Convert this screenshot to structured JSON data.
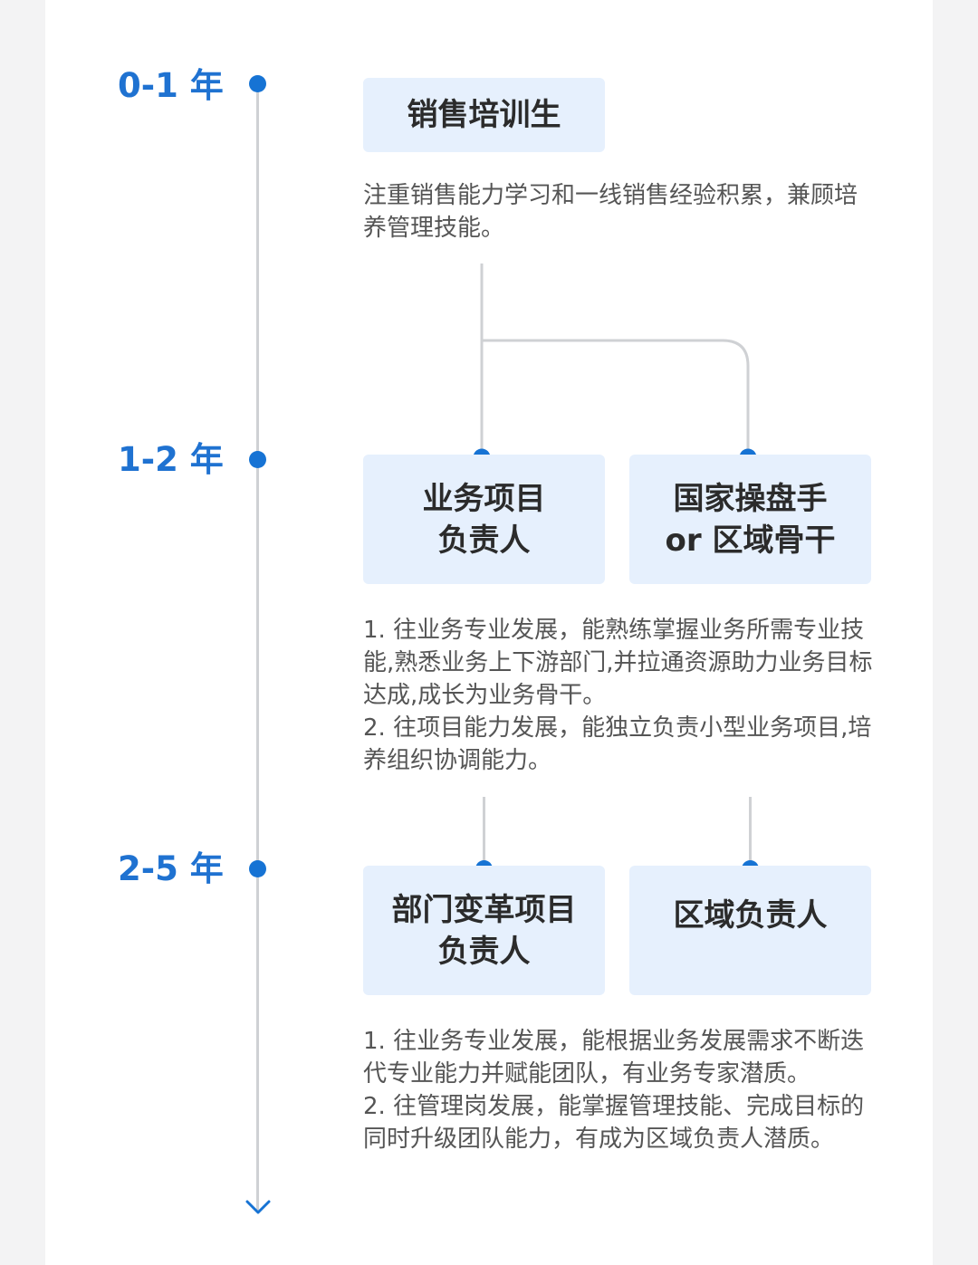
{
  "timeline": {
    "years": [
      "0-1 年",
      "1-2 年",
      "2-5 年"
    ]
  },
  "stage1": {
    "box": "销售培训生",
    "description": "注重销售能力学习和一线销售经验积累，兼顾培养管理技能。"
  },
  "stage2": {
    "box_left": [
      "业务项目",
      "负责人"
    ],
    "box_right": [
      "国家操盘手",
      "or 区域骨干"
    ],
    "description": [
      "1. 往业务专业发展，能熟练掌握业务所需专业技能,熟悉业务上下游部门,并拉通资源助力业务目标达成,成长为业务骨干。",
      "2. 往项目能力发展，能独立负责小型业务项目,培养组织协调能力。"
    ]
  },
  "stage3": {
    "box_left": [
      "部门变革项目",
      "负责人"
    ],
    "box_right": [
      "区域负责人"
    ],
    "description": [
      "1. 往业务专业发展，能根据业务发展需求不断迭代专业能力并赋能团队，有业务专家潜质。",
      "2. 往管理岗发展，能掌握管理技能、完成目标的同时升级团队能力，有成为区域负责人潜质。"
    ]
  },
  "colors": {
    "accent": "#1673d4",
    "box_bg": "#e6f0fd",
    "line": "#cfd1d4"
  }
}
